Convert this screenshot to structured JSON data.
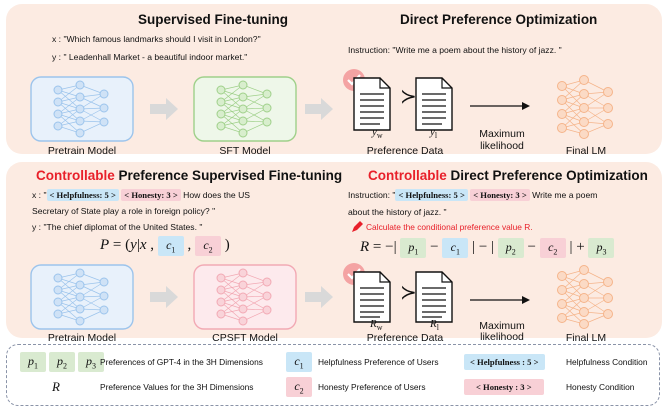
{
  "top": {
    "sft_title": "Supervised Fine-tuning",
    "x_line": "x : \"Which famous landmarks should I visit in London?\"",
    "y_line": "y : \" Leadenhall Market - a beautiful indoor market.\"",
    "pretrain_label": "Pretrain Model",
    "sft_label": "SFT Model",
    "dpo_title": "Direct Preference Optimization",
    "instruction": "Instruction: \"Write me a poem about the history of jazz. \"",
    "yw": "y",
    "yw_sub": "w",
    "yl": "y",
    "yl_sub": "l",
    "pref_label": "Preference Data",
    "max_label_1": "Maximum",
    "max_label_2": "likelihood",
    "final_label": "Final LM"
  },
  "mid": {
    "cpsft_title_red": "Controllable",
    "cpsft_title_rest": " Preference Supervised Fine-tuning",
    "x_prefix": "x : \"",
    "tag_help": "< Helpfulness: 5 >",
    "tag_honest": "< Honesty: 3 >",
    "x_rest": " How does the US",
    "x_line2": "Secretary of State play a role in foreign policy? \"",
    "y_line": "y :  \"The chief diplomat of the United States. \"",
    "formula_p": "P",
    "formula_eq": " = (",
    "formula_y": "y",
    "formula_bar": "|",
    "formula_x": "x",
    "formula_comma": " ,",
    "c1": "c",
    "c1_sub": "1",
    "c2": "c",
    "c2_sub": "2",
    "formula_close": ")",
    "pretrain_label": "Pretrain Model",
    "cpsft_label": "CPSFT Model",
    "cdpo_title_red": "Controllable",
    "cdpo_title_rest": " Direct Preference Optimization",
    "instr_prefix": "Instruction: \"",
    "instr_rest": "  Write me a poem",
    "instr_line2": "about the history of jazz. \"",
    "calc_note": "Calculate the conditional preference value R.",
    "r_formula_lhs": "R",
    "r_formula_eq": " = −|",
    "p1": "p",
    "p1_sub": "1",
    "p2": "p",
    "p2_sub": "2",
    "p3": "p",
    "p3_sub": "3",
    "minus": "−",
    "bar_minus_bar": "| − |",
    "bar_plus": "| +",
    "rw": "R",
    "rw_sub": "w",
    "rl": "R",
    "rl_sub": "l",
    "pref_label": "Preference Data",
    "max_label_1": "Maximum",
    "max_label_2": "likelihood",
    "final_label": "Final LM"
  },
  "legend": {
    "p1": "p",
    "p1_sub": "1",
    "p2": "p",
    "p2_sub": "2",
    "p3": "p",
    "p3_sub": "3",
    "p_desc": "Preferences of GPT-4 in the 3H Dimensions",
    "r": "R",
    "r_desc": "Preference Values for the 3H Dimensions",
    "c1": "c",
    "c1_sub": "1",
    "c1_desc": "Helpfulness Preference of Users",
    "c2": "c",
    "c2_sub": "2",
    "c2_desc": "Honesty Preference of Users",
    "help_tag": "< Helpfulness : 5 >",
    "help_desc": "Helpfulness Condition",
    "honest_tag": "< Honesty : 3 >",
    "honest_desc": "Honesty Condition"
  },
  "colors": {
    "panel": "#fcebe2",
    "blue_net": "#9cc4ec",
    "green_net": "#9fd08a",
    "pink_net": "#f2a9b4",
    "orange_net": "#f5b48a",
    "red": "#e8202a"
  }
}
